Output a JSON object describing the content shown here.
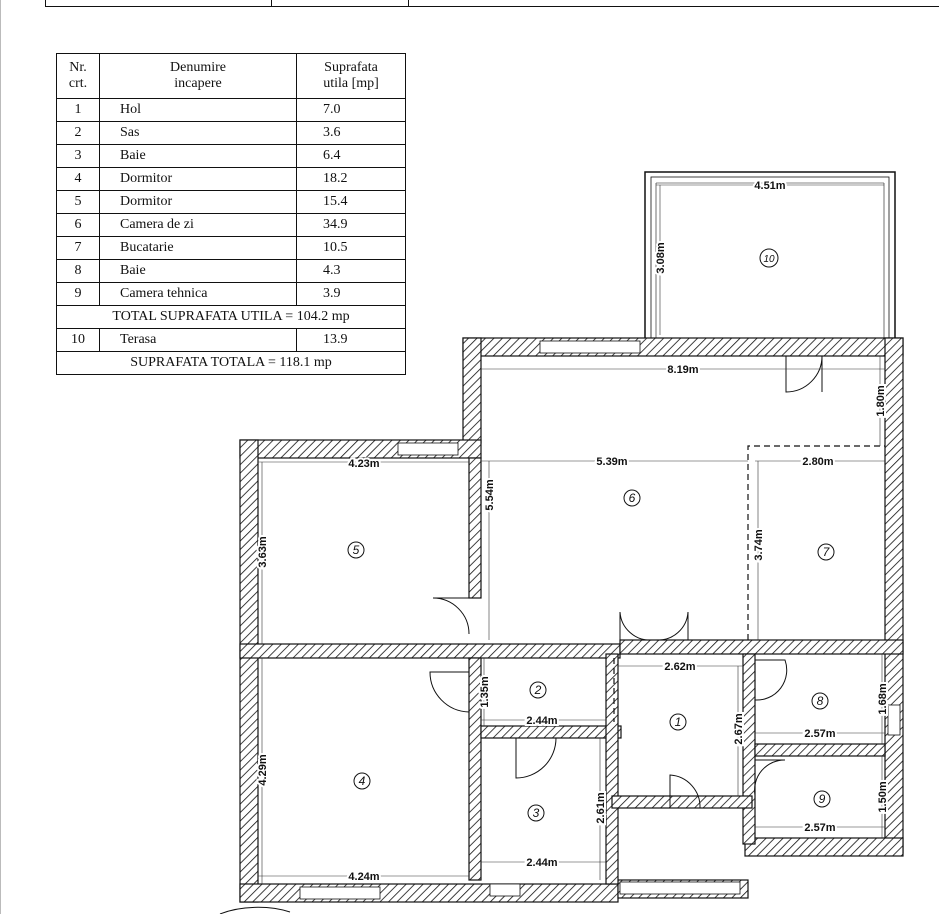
{
  "table": {
    "headers": [
      "Nr.\ncrt.",
      "Denumire\nincapere",
      "Suprafata\nutila [mp]"
    ],
    "rows": [
      {
        "nr": "1",
        "name": "Hol",
        "area": "7.0"
      },
      {
        "nr": "2",
        "name": "Sas",
        "area": "3.6"
      },
      {
        "nr": "3",
        "name": "Baie",
        "area": "6.4"
      },
      {
        "nr": "4",
        "name": "Dormitor",
        "area": "18.2"
      },
      {
        "nr": "5",
        "name": "Dormitor",
        "area": "15.4"
      },
      {
        "nr": "6",
        "name": "Camera de zi",
        "area": "34.9"
      },
      {
        "nr": "7",
        "name": "Bucatarie",
        "area": "10.5"
      },
      {
        "nr": "8",
        "name": "Baie",
        "area": "4.3"
      },
      {
        "nr": "9",
        "name": "Camera tehnica",
        "area": "3.9"
      }
    ],
    "total_util": "TOTAL SUPRAFATA UTILA = 104.2 mp",
    "terrace": {
      "nr": "10",
      "name": "Terasa",
      "area": "13.9"
    },
    "total": "SUPRAFATA TOTALA = 118.1 mp"
  },
  "plan": {
    "room_numbers": [
      "1",
      "2",
      "3",
      "4",
      "5",
      "6",
      "7",
      "8",
      "9",
      "10"
    ],
    "dimensions": {
      "terrace_width": "4.51m",
      "terrace_depth": "3.08m",
      "living_width": "8.19m",
      "living_offset": "1.80m",
      "living_inner_width": "5.39m",
      "living_depth": "5.54m",
      "kitchen_width": "2.80m",
      "kitchen_depth": "3.74m",
      "bed5_width": "4.23m",
      "bed5_depth": "3.63m",
      "hall_width": "2.62m",
      "hall_depth": "2.67m",
      "sas_depth": "1.35m",
      "sas_width": "2.44m",
      "bath3_depth": "2.61m",
      "bath3_width": "2.44m",
      "bed4_depth": "4.29m",
      "bed4_width": "4.24m",
      "bath8_depth": "1.68m",
      "bath8_width": "2.57m",
      "tech_depth": "1.50m",
      "tech_width": "2.57m"
    }
  }
}
